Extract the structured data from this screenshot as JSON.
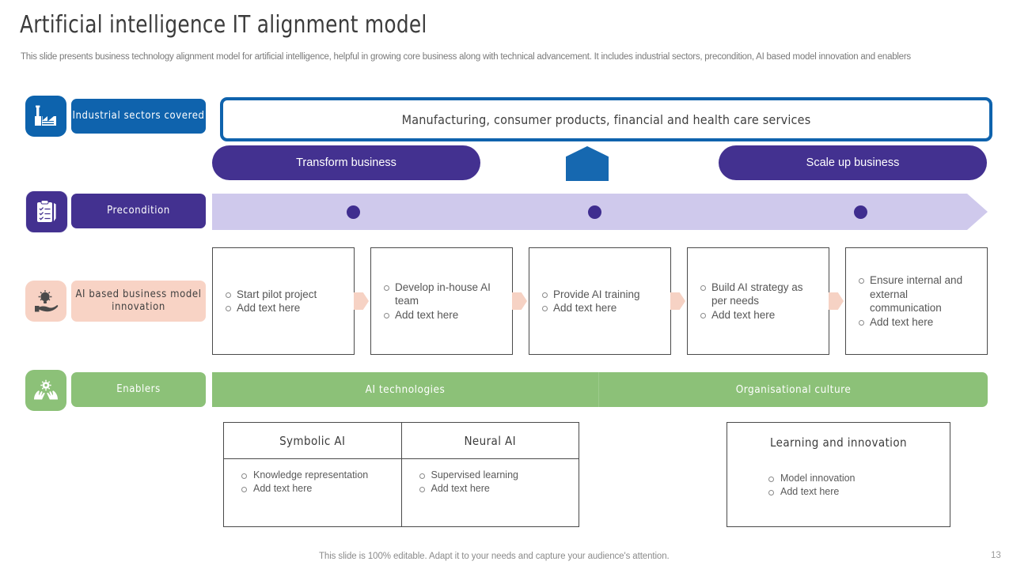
{
  "header": {
    "title": "Artificial intelligence IT alignment model",
    "subtitle": "This slide presents business technology alignment model for artificial intelligence, helpful in growing core business along with technical advancement. It includes industrial sectors, precondition, AI based model innovation and enablers"
  },
  "rows": {
    "industrial": {
      "icon": "factory-icon",
      "label": "Industrial sectors covered",
      "value": "Manufacturing, consumer products, financial and health care services",
      "color": "#0f63ad"
    },
    "business": {
      "left_label": "Transform business",
      "right_label": "Scale up business",
      "color": "#433190",
      "marker": "pentagon-marker",
      "marker_color": "#1668b0"
    },
    "precondition": {
      "icon": "clipboard-checklist-icon",
      "label": "Precondition",
      "color": "#433190",
      "bar_color": "#cfc9ec",
      "dots": 3
    },
    "innovation": {
      "icon": "hand-lightbulb-icon",
      "label": "AI based business model innovation",
      "color": "#f8d3c5",
      "connector_color": "#f6d2c4",
      "cards": [
        {
          "items": [
            "Start pilot project",
            "Add text here"
          ]
        },
        {
          "items": [
            "Develop in-house AI team",
            "Add text here"
          ]
        },
        {
          "items": [
            "Provide AI training",
            "Add text here"
          ]
        },
        {
          "items": [
            "Build AI strategy as per needs",
            "Add text here"
          ]
        },
        {
          "items": [
            "Ensure internal and external communication",
            "Add text here"
          ]
        }
      ]
    },
    "enablers": {
      "icon": "hands-gear-icon",
      "label": "Enablers",
      "color": "#8cc178",
      "segments": [
        "AI technologies",
        "Organisational culture"
      ]
    }
  },
  "tables": {
    "left": {
      "columns": [
        {
          "header": "Symbolic AI",
          "items": [
            "Knowledge representation",
            "Add text here"
          ]
        },
        {
          "header": "Neural AI",
          "items": [
            "Supervised learning",
            "Add text here"
          ]
        }
      ]
    },
    "right": {
      "header": "Learning and innovation",
      "items": [
        "Model innovation",
        "Add text here"
      ]
    }
  },
  "footer": {
    "note": "This slide is 100% editable. Adapt it to your needs and capture your audience's attention.",
    "page": "13"
  }
}
